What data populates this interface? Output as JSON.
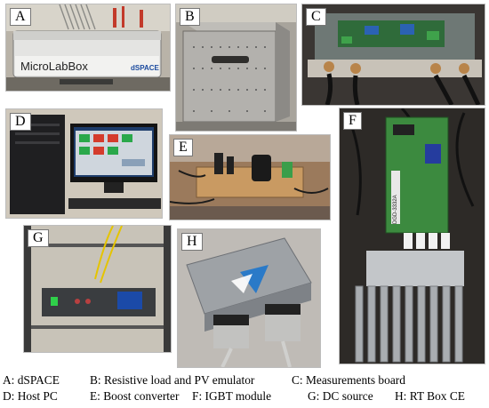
{
  "panels": {
    "A": {
      "tag": "A",
      "brand": "MicroLabBox",
      "maker": "dSPACE"
    },
    "B": {
      "tag": "B"
    },
    "C": {
      "tag": "C"
    },
    "D": {
      "tag": "D"
    },
    "E": {
      "tag": "E"
    },
    "F": {
      "tag": "F",
      "board_marking": "DGD-3332A"
    },
    "G": {
      "tag": "G"
    },
    "H": {
      "tag": "H"
    }
  },
  "caption": {
    "line1": [
      "A: dSPACE",
      "B: Resistive load and PV emulator",
      "C: Measurements board"
    ],
    "line2": [
      "D: Host PC",
      "E: Boost converter",
      "F: IGBT module",
      "G: DC source",
      "H: RT Box CE"
    ]
  }
}
